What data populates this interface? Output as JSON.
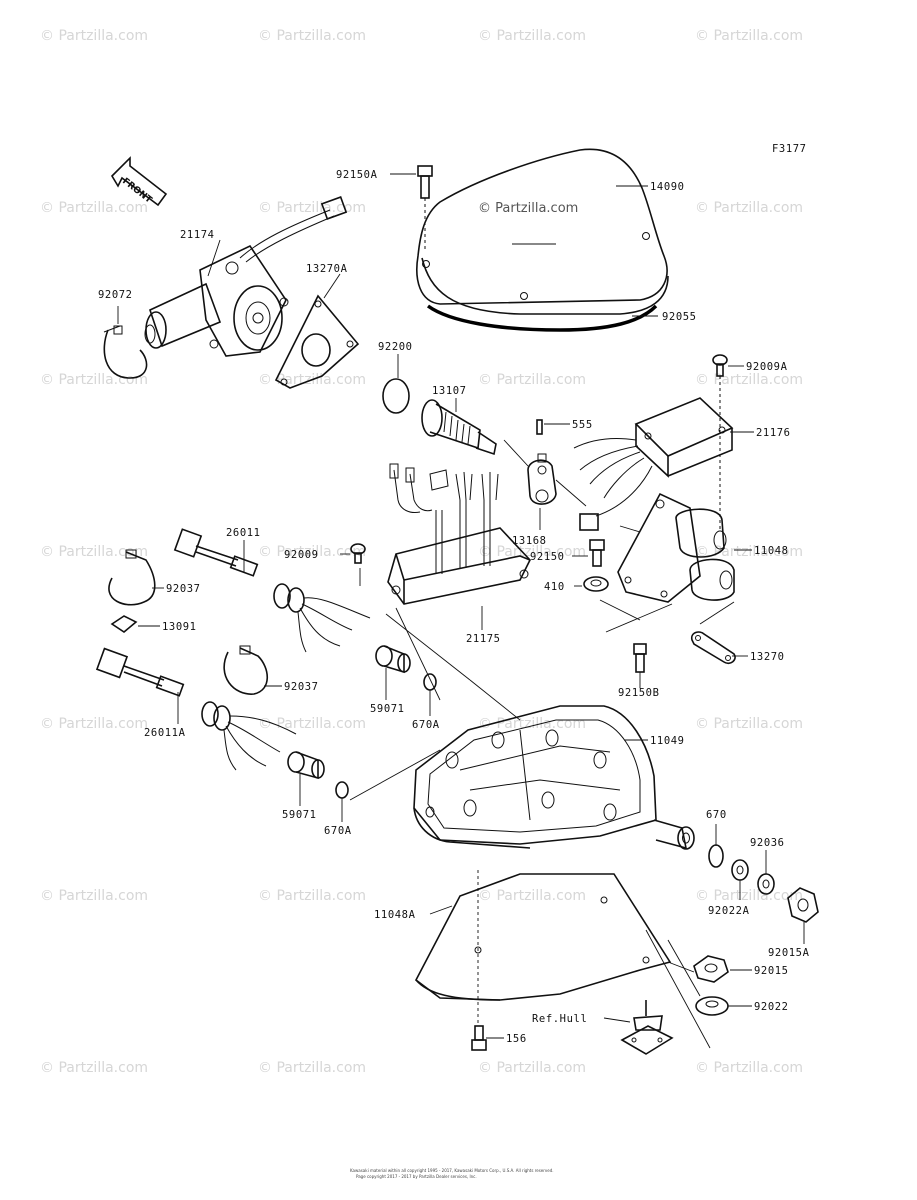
{
  "figure_code": "F3177",
  "front_arrow": "FRONT",
  "cover_watermark": "© Partzilla.com",
  "watermark": "© Partzilla.com",
  "labels": {
    "p92150A": "92150A",
    "p14090": "14090",
    "p92055": "92055",
    "p21174": "21174",
    "p13270A": "13270A",
    "p92072": "92072",
    "p92200": "92200",
    "p13107": "13107",
    "p555": "555",
    "p92009A": "92009A",
    "p21176": "21176",
    "p13168": "13168",
    "p26011": "26011",
    "p92009": "92009",
    "p92150": "92150",
    "p11048": "11048",
    "p92037a": "92037",
    "p410": "410",
    "p13091": "13091",
    "p21175": "21175",
    "p13270": "13270",
    "p92037b": "92037",
    "p92150B": "92150B",
    "p59071a": "59071",
    "p670Aa": "670A",
    "p26011A": "26011A",
    "p11049": "11049",
    "p59071b": "59071",
    "p670Ab": "670A",
    "p670": "670",
    "p92036": "92036",
    "p92022A": "92022A",
    "p11048A": "11048A",
    "p92015A": "92015A",
    "p92015": "92015",
    "refhull": "Ref.Hull",
    "p92022": "92022",
    "p156": "156"
  },
  "footer": {
    "line1": "Kawasaki material within all copyright 1995 - 2017, Kawasaki Motors Corp., U.S.A. All rights reserved.",
    "line2": "Page copyright 2017 - 2017 by Partzilla Dealer services, Inc."
  }
}
